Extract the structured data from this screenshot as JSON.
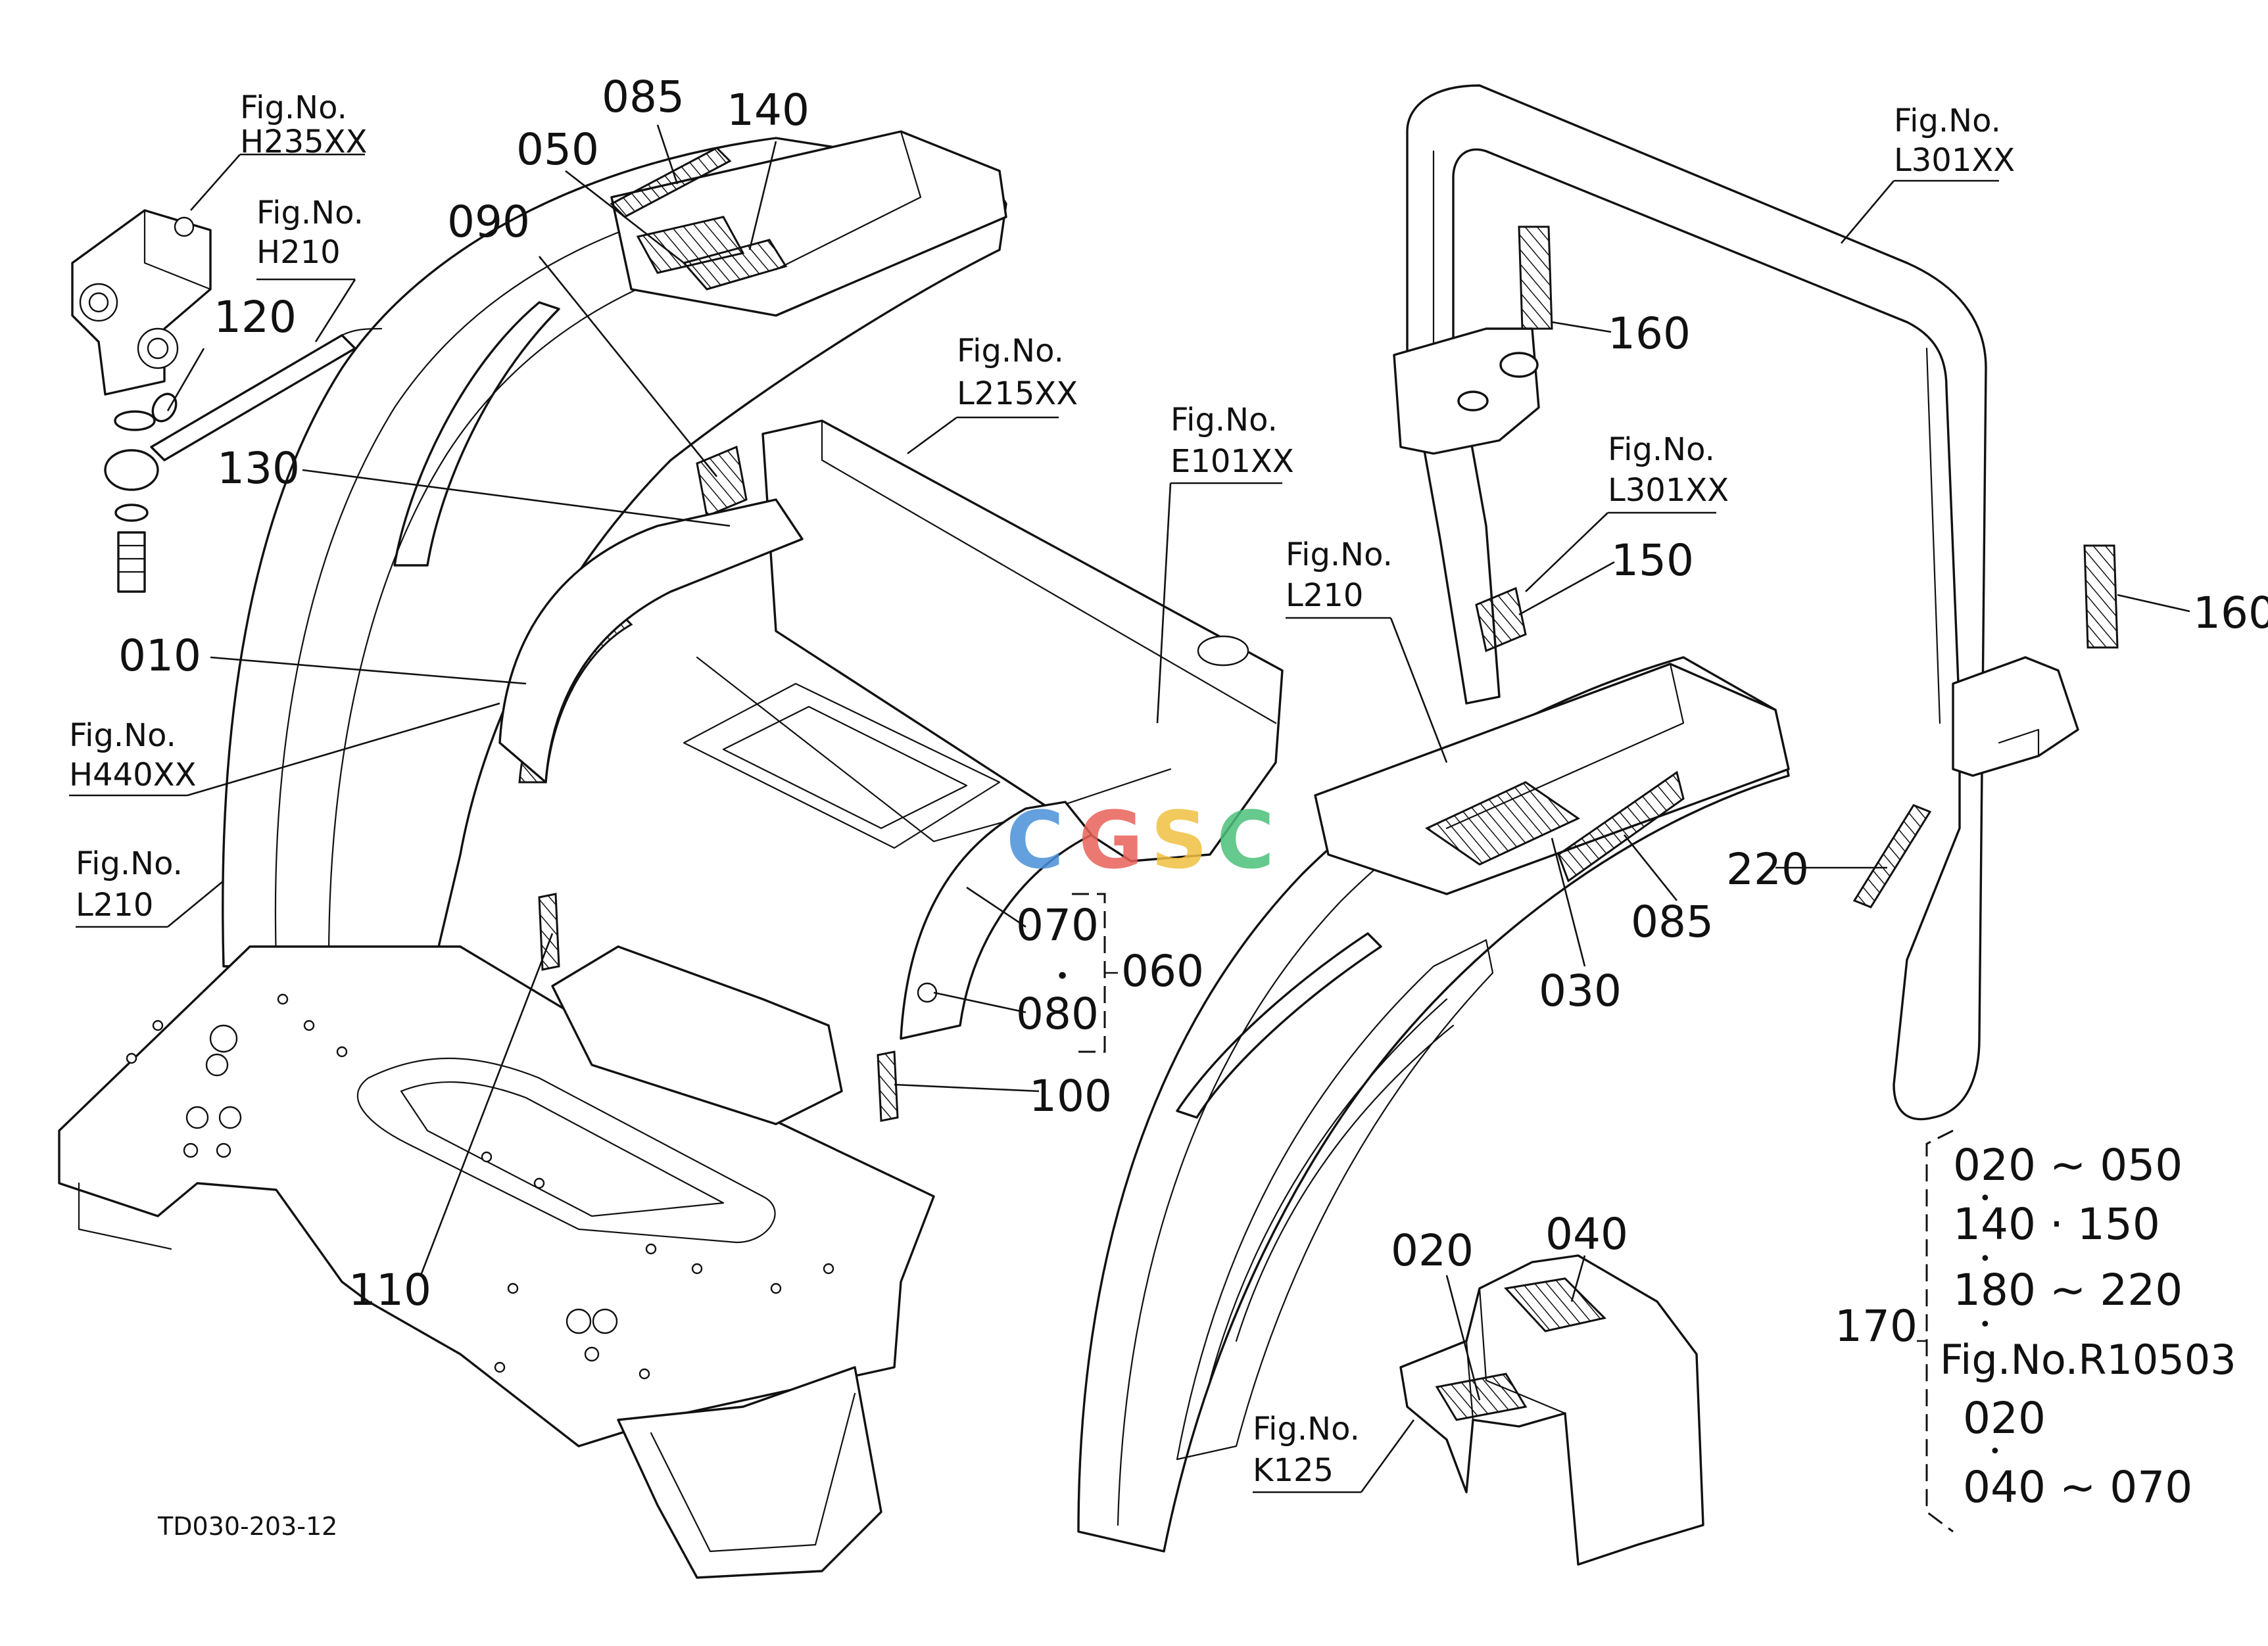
{
  "diagram": {
    "drawing_code": "TD030-203-12",
    "watermark": {
      "text": "CGSC",
      "colors": [
        "#4a90d9",
        "#e8625a",
        "#f0c040",
        "#4cc07a"
      ]
    },
    "fig_refs": {
      "h235": "H235XX",
      "h210": "H210",
      "l215": "L215XX",
      "e101": "E101XX",
      "h440": "H440XX",
      "l210_left": "L210",
      "l210_right": "L210",
      "l301_top": "L301XX",
      "l301_mid": "L301XX",
      "k125": "K125"
    },
    "fig_prefix": "Fig.No.",
    "callouts": {
      "c085a": "085",
      "c140": "140",
      "c050": "050",
      "c090": "090",
      "c120": "120",
      "c130": "130",
      "c010": "010",
      "c070": "070",
      "c080": "080",
      "c060": "060",
      "c100": "100",
      "c110": "110",
      "c160a": "160",
      "c150": "150",
      "c160b": "160",
      "c220": "220",
      "c030": "030",
      "c085b": "085",
      "c020": "020",
      "c040": "040",
      "c170": "170"
    },
    "group_170": {
      "line1": "020 ∼ 050",
      "line2": "140 · 150",
      "line3": "180 ∼ 220",
      "line4": "Fig.No.R10503",
      "line5": "020",
      "line6": "040 ∼ 070"
    },
    "separator_dot": "•"
  }
}
